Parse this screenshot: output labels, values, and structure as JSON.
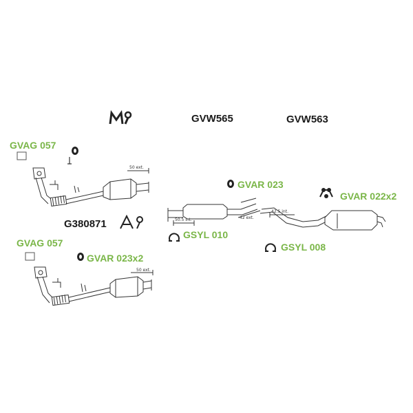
{
  "header": {
    "brand_mark_icon": "mechanic-logo-icon",
    "part_left": "GVW565",
    "part_right": "GVW563"
  },
  "front_assembly": {
    "top": {
      "gasket_label": "GVAG 057",
      "pipe_dim": "50 ext."
    },
    "catalyst_code": "G380871",
    "catalyst_icon": "catalyst-approval-icon",
    "bottom": {
      "gasket_label": "GVAG 057",
      "rubber_label": "GVAR 023x2",
      "pipe_dim": "50 ext."
    }
  },
  "rear_assembly": {
    "rubber_mid_label": "GVAR 023",
    "rubber_rear_label": "GVAR 022x2",
    "clamp_left_label": "GSYL 010",
    "clamp_right_label": "GSYL 008",
    "dims": {
      "inlet": "50.5 int.",
      "mid": "42 ext.",
      "rear": "42.5 int."
    }
  },
  "colors": {
    "label_green": "#7ab648",
    "label_black": "#1a1a1a",
    "line": "#333333"
  }
}
